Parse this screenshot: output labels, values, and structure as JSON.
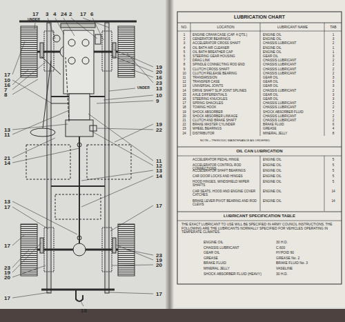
{
  "diagram": {
    "title": "LUBRICATION CHART",
    "labels": [
      "17",
      "3",
      "4",
      "24",
      "2",
      "17",
      "6",
      "UNDER",
      "17",
      "10",
      "16",
      "7",
      "8",
      "13",
      "11",
      "21",
      "14",
      "13",
      "17",
      "17",
      "23",
      "19",
      "20",
      "17",
      "19",
      "20",
      "16",
      "23",
      "13",
      "UNDER",
      "10",
      "9",
      "19",
      "22",
      "11",
      "12",
      "13",
      "14",
      "17",
      "23",
      "19",
      "20",
      "17",
      "18",
      "NO.",
      "LOCATION",
      "LUBRICANT NAME",
      "TAB",
      "1",
      "ENGINE CRANKCASE (CAP. 4 QTS.)",
      "ENGINE OIL",
      "1",
      "2",
      "GENERATOR BEARINGS",
      "ENGINE OIL",
      "3",
      "3",
      "ACCELERATOR CROSS SHAFT",
      "CHASSIS LUBRICANT",
      "2",
      "4",
      "OIL BATH AIR CLEANER",
      "ENGINE OIL",
      "1",
      "5",
      "OIL BATH BREATHER CAP",
      "ENGINE OIL",
      "1",
      "6",
      "STEERING GEAR HOUSING",
      "GEAR OIL",
      "3",
      "7",
      "DRAG LINK",
      "CHASSIS LUBRICANT",
      "2",
      "8",
      "SPINDLE CONNECTING ROD END",
      "CHASSIS LUBRICANT",
      "2",
      "9",
      "CLUTCH CROSS SHAFT",
      "CHASSIS LUBRICANT",
      "2",
      "10",
      "CLUTCH RELEASE BEARING",
      "CHASSIS LUBRICANT",
      "2",
      "11",
      "TRANSMISSION",
      "GEAR OIL",
      "3",
      "12",
      "TRANSFER CASE",
      "GEAR OIL",
      "3",
      "13",
      "UNIVERSAL JOINTS",
      "GEAR OIL",
      "3",
      "14",
      "DRIVE SHAFT SLIP JOINT SPLINES",
      "CHASSIS LUBRICANT",
      "2",
      "15",
      "AXLE DIFFERENTIALS",
      "GEAR OIL",
      "3",
      "16",
      "STEERING KNUCKLES",
      "GEAR OIL",
      "3",
      "17",
      "SPRING SHACKLES",
      "CHASSIS LUBRICANT",
      "2",
      "18",
      "TOWING HOOK",
      "CHASSIS LUBRICANT",
      "2",
      "19",
      "SHOCK ABSORBER",
      "SHOCK ABSORBER FLUID",
      "7",
      "20",
      "SHOCK ABSORBER LINKAGE",
      "CHASSIS LUBRICANT",
      "2",
      "21",
      "CLUTCH AND BRAKE SHAFT",
      "CHASSIS LUBRICANT",
      "2",
      "22",
      "BRAKE MASTER CYLINDER",
      "BRAKE FLUID",
      "6",
      "23",
      "WHEEL BEARINGS",
      "GREASE",
      "4",
      "24",
      "DISTRIBUTOR",
      "MINERAL JELLY",
      "8",
      "NOTE—*PERIODIC MAINTENANCE AS ORDERED.",
      "OIL CAN LUBRICATION",
      "ACCELERATOR PEDAL HINGE",
      "ENGINE OIL",
      "5",
      "ACCELERATOR CONTROL ROD CONNECTIONS",
      "ENGINE OIL",
      "5",
      "ACCELERATOR SHAFT BEARINGS",
      "ENGINE OIL",
      "5",
      "CAR DOOR LOCKS AND HINGES",
      "ENGINE OIL",
      "5",
      "HOOD HINGES, WINDSHIELD WIPER SHAFTS",
      "ENGINE OIL",
      "5",
      "CAR SEATS, HOOD AND ENGINE COVER CATCHES",
      "ENGINE OIL",
      "14",
      "BRAKE LEVER PIVOT BEARING AND ROD CLEVIS",
      "ENGINE OIL",
      "14",
      "LUBRICANT SPECIFICATION TABLE",
      "THE EXACT LUBRICANT TO USE WILL BE SPECIFIED IN ARMY COUNCIL INSTRUCTIONS. THE FOLLOWING ARE THE LUBRICANTS NORMALLY SPECIFIED FOR VEHICLES OPERATING IN TEMPERATE CLIMATES.",
      "ENGINE OIL",
      "30 H.D.",
      "CHASSIS LUBRICANT",
      "C.600",
      "GEAR OIL",
      "HYPOID 90",
      "GREASE",
      "GREASE No. 2",
      "BRAKE FLUID",
      "BRAKE FLUID No. 3",
      "MINERAL JELLY",
      "VASELINE",
      "SHOCK ABSORBER FLUID (HEAVY)",
      "30 H.D."
    ]
  }
}
